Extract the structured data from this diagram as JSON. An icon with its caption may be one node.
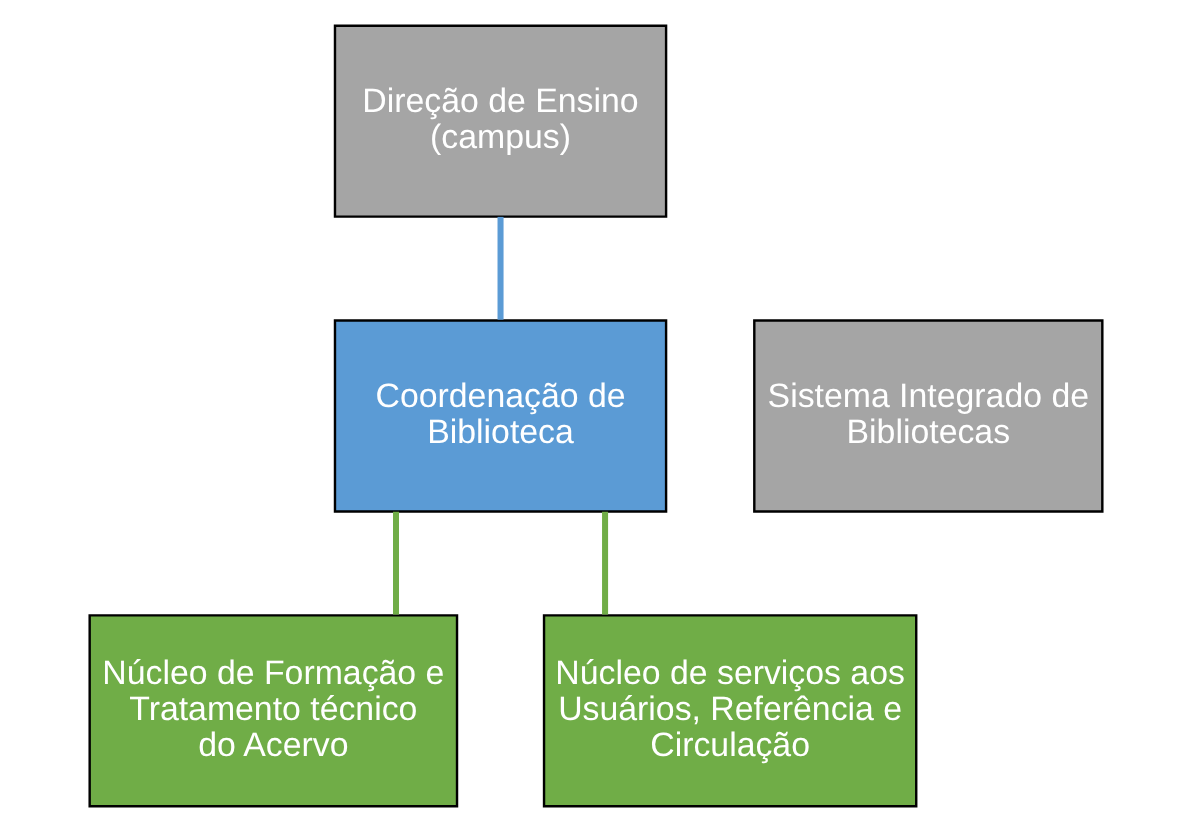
{
  "diagram": {
    "nodes": [
      {
        "text": [
          "Direção de Ensino (campus)"
        ]
      },
      {
        "text": [
          "Coordenação de Biblioteca"
        ]
      },
      {
        "text": [
          "Sistema Integrado de Bibliotecas"
        ]
      },
      {
        "text": [
          "Núcleo de Formação e Tratamento técnico do Acervo"
        ]
      },
      {
        "text": [
          "Núcleo de serviços aos Usuários, Referência e Circulação"
        ]
      }
    ],
    "edges": [
      {
        "from": 0,
        "to": 1,
        "arrow": "none",
        "color": "#5b9bd5"
      },
      {
        "from": 1,
        "to": 3,
        "arrow": "none"
      },
      {
        "from": 1,
        "to": 4,
        "arrow": "none"
      }
    ]
  }
}
